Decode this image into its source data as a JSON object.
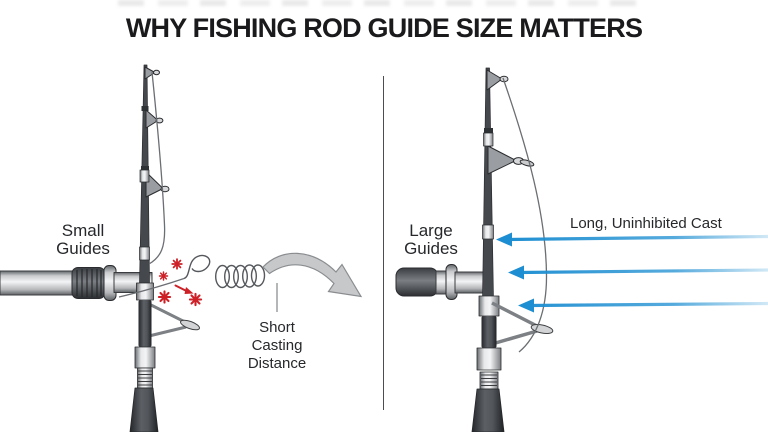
{
  "title": "WHY FISHING ROD GUIDE SIZE MATTERS",
  "left_panel": {
    "guide_label": "Small Guides",
    "result_label": "Short Casting Distance"
  },
  "right_panel": {
    "guide_label": "Large Guides",
    "result_label": "Long, Uninhibited Cast"
  },
  "icons": {
    "friction": "spark-burst-icon",
    "tangled_line": "line-coil-icon",
    "short_cast": "curved-arrow-down-right-icon",
    "long_cast": "straight-arrow-left-icon"
  },
  "colors": {
    "friction_red": "#cd2127",
    "cast_blue": "#1d8ed1",
    "arrow_gray_fill": "#c6c8ca",
    "rod_dark": "#45494e",
    "line_gray": "#6b6e72",
    "text_dark": "#1f2124"
  }
}
